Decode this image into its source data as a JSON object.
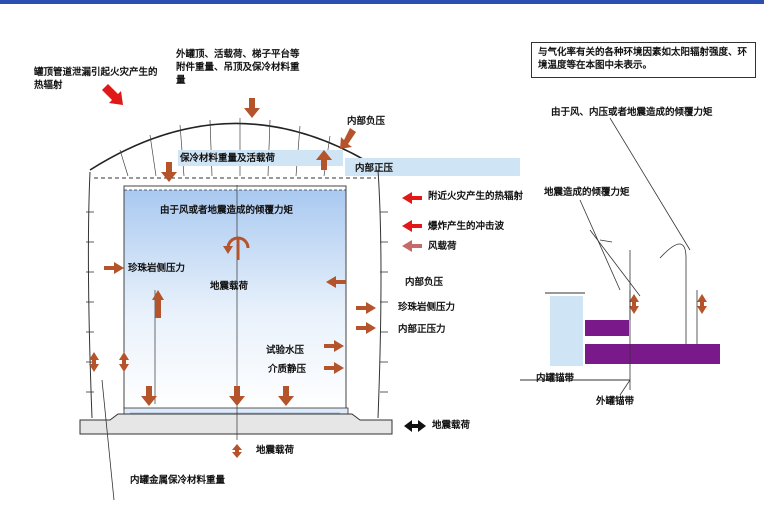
{
  "labels": {
    "fire_radiation_roof": "罐顶管道泄漏引起火灾产生的热辐射",
    "roof_loads": "外罐顶、活载荷、梯子平台等附件重量、吊顶及保冷材料重量",
    "internal_negative_top": "内部负压",
    "insulation_live_load": "保冷材料重量及活载荷",
    "internal_positive_top": "内部正压",
    "wind_quake_moment": "由于风或者地震造成的倾覆力矩",
    "nearby_fire_radiation": "附近火灾产生的热辐射",
    "explosion_shock": "爆炸产生的冲击波",
    "wind_load": "风载荷",
    "perlite_pressure_left": "珍珠岩侧压力",
    "seismic_load_center": "地震载荷",
    "internal_negative_right": "内部负压",
    "perlite_pressure_right": "珍珠岩侧压力",
    "internal_positive_right": "内部正压力",
    "hydrotest_pressure": "试验水压",
    "medium_static_pressure": "介质静压",
    "seismic_load_right": "地震载荷",
    "seismic_load_bottom": "地震载荷",
    "inner_tank_insulation": "内罐金属保冷材料重量",
    "note_text": "与气化率有关的各种环境因素如太阳辐射强度、环境温度等在本图中未表示。",
    "detail_wind_moment": "由于风、内压或者地震造成的倾覆力矩",
    "detail_seismic_moment": "地震造成的倾覆力矩",
    "inner_anchor": "内罐锚带",
    "outer_anchor": "外罐锚带"
  },
  "colors": {
    "arrow_brown": "#b5532a",
    "arrow_red": "#e01818",
    "arrow_pink": "#c46a6a",
    "arrow_dark": "#111111",
    "liquid_top": "#a9c9f0",
    "liquid_bottom": "#ffffff",
    "roof_band": "#cfe4f5",
    "anchor_purple": "#7a1a8a",
    "topbar": "#2a4fb0"
  },
  "icons": {
    "overturn": "rotation-arrow-icon",
    "load_arrow": "arrow-icon"
  }
}
